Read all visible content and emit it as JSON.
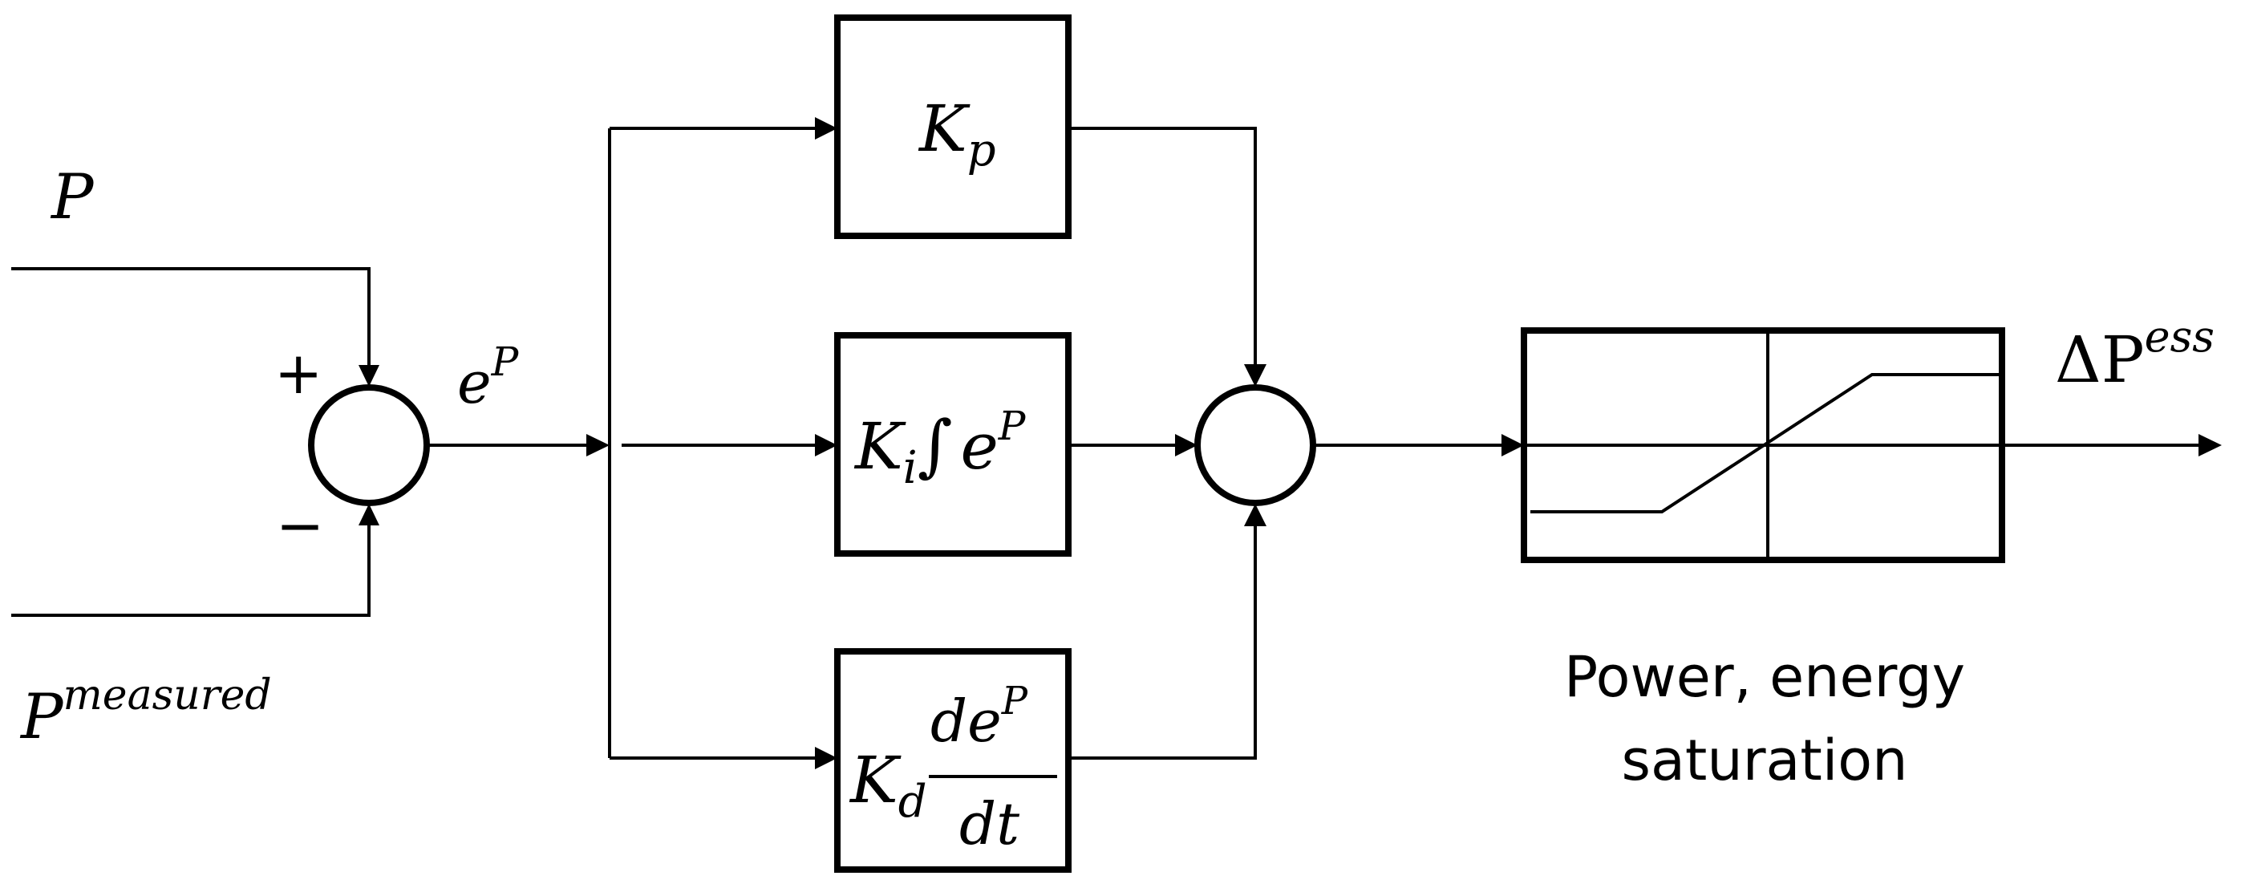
{
  "inputs": {
    "reference": {
      "base": "P"
    },
    "measured": {
      "base": "P",
      "sup": "measured"
    },
    "plus_sign": "+",
    "minus_sign": "−"
  },
  "error_signal": {
    "base": "e",
    "sup": "P"
  },
  "blocks": {
    "proportional": {
      "k": "K",
      "sub": "p"
    },
    "integral": {
      "k": "K",
      "sub": "i",
      "integral": "∫",
      "e": "e",
      "sup": "P"
    },
    "derivative": {
      "k": "K",
      "sub": "d",
      "num": "de",
      "num_sup": "P",
      "den": "dt"
    }
  },
  "output": {
    "delta": "ΔP",
    "sup": "ess"
  },
  "saturation": {
    "line1": "Power, energy",
    "line2": "saturation"
  }
}
